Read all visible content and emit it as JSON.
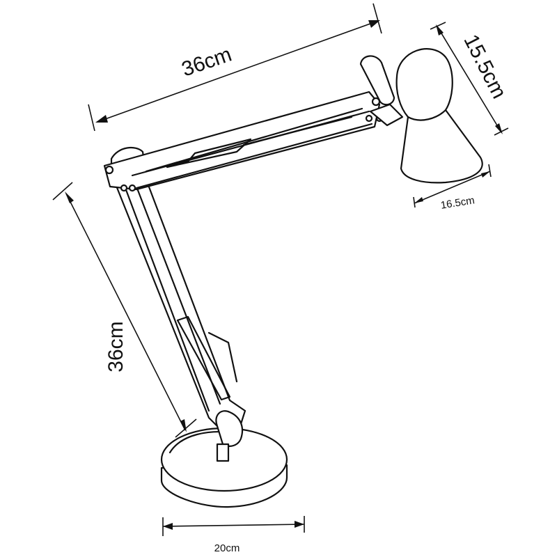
{
  "dimensions": {
    "upper_arm": "36cm",
    "lower_arm": "36cm",
    "shade_height": "15.5cm",
    "shade_width": "16.5cm",
    "base_width": "20cm"
  },
  "colors": {
    "ink": "#111111",
    "background": "#ffffff"
  }
}
